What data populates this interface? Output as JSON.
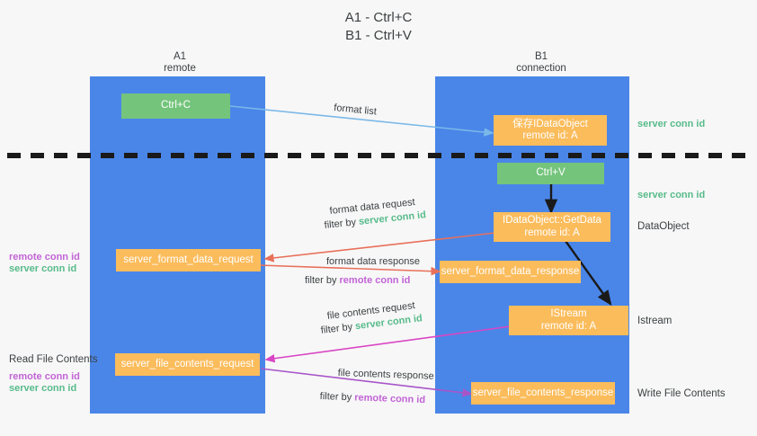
{
  "title": {
    "line1": "A1 - Ctrl+C",
    "line2": "B1 - Ctrl+V"
  },
  "lanes": [
    {
      "name": "A1",
      "sublabel": "remote"
    },
    {
      "name": "B1",
      "sublabel": "connection"
    }
  ],
  "nodes": {
    "ctrl_c": {
      "line1": "Ctrl+C",
      "line2": ""
    },
    "save_idataobject": {
      "line1": "保存IDataObject",
      "line2": "remote id: A"
    },
    "ctrl_v": {
      "line1": "Ctrl+V",
      "line2": ""
    },
    "getdata": {
      "line1": "IDataObject::GetData",
      "line2": "remote id: A"
    },
    "istream": {
      "line1": "IStream",
      "line2": "remote id: A"
    },
    "fmt_req": {
      "line1": "server_format_data_request",
      "line2": ""
    },
    "fmt_res": {
      "line1": "server_format_data_response",
      "line2": ""
    },
    "file_req": {
      "line1": "server_file_contents_request",
      "line2": ""
    },
    "file_res": {
      "line1": "server_file_contents_response",
      "line2": ""
    }
  },
  "edges": {
    "format_list": "format list",
    "fmt_req_title": "format data request",
    "fmt_req_filter_pre": "filter by ",
    "fmt_req_filter_id": "server conn id",
    "fmt_res_title": "format data response",
    "fmt_res_filter_pre": "filter by ",
    "fmt_res_filter_id": "remote conn id",
    "file_req_title": "file contents request",
    "file_req_filter_pre": "filter by ",
    "file_req_filter_id": "server conn id",
    "file_res_title": "file contents response",
    "file_res_filter_pre": "filter by ",
    "file_res_filter_id": "remote conn id"
  },
  "annotations": {
    "server_conn_id_1": "server conn id",
    "server_conn_id_2": "server conn id",
    "dataobject": "DataObject",
    "istream": "Istream",
    "write_file_contents": "Write File Contents",
    "read_file_contents": "Read File Contents",
    "left_remote_conn_id_1": "remote conn id",
    "left_server_conn_id_1": "server conn id",
    "left_remote_conn_id_2": "remote conn id",
    "left_server_conn_id_2": "server conn id"
  },
  "colors": {
    "lane": "#4a86e8",
    "node_orange": "#fbbc5c",
    "node_green": "#74c47c",
    "green_text": "#57bb8a",
    "purple_text": "#c264d6",
    "arrow_blue": "#7ab8e8",
    "arrow_red": "#e8705a",
    "arrow_magenta": "#d946c4",
    "arrow_purple": "#a855c8",
    "arrow_black": "#1a1a1a",
    "background": "#f7f7f7"
  }
}
